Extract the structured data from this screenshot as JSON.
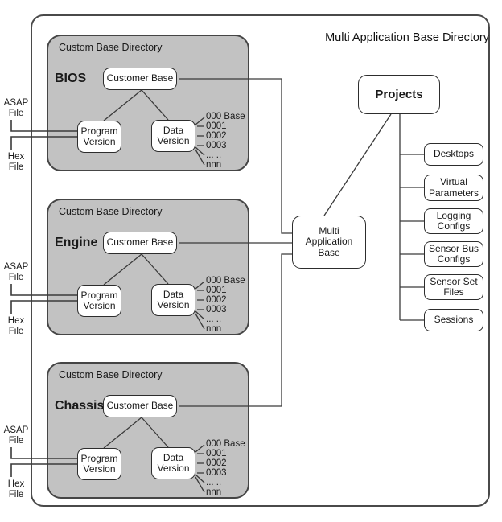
{
  "diagram": {
    "title": "Multi Application Base Directory",
    "asap_label": "ASAP File",
    "hex_label": "Hex File",
    "multi_application_base": "Multi Application Base",
    "projects": "Projects",
    "groups": [
      {
        "header": "Custom Base Directory",
        "name": "BIOS",
        "customer_base": "Customer Base",
        "program_version": "Program Version",
        "data_version": "Data Version",
        "data_versions": [
          "000 Base",
          "0001",
          "0002",
          "0003",
          "... ..",
          "nnn"
        ]
      },
      {
        "header": "Custom Base Directory",
        "name": "Engine",
        "customer_base": "Customer Base",
        "program_version": "Program Version",
        "data_version": "Data Version",
        "data_versions": [
          "000 Base",
          "0001",
          "0002",
          "0003",
          "... ..",
          "nnn"
        ]
      },
      {
        "header": "Custom Base Directory",
        "name": "Chassis",
        "customer_base": "Customer Base",
        "program_version": "Program Version",
        "data_version": "Data Version",
        "data_versions": [
          "000 Base",
          "0001",
          "0002",
          "0003",
          "... ..",
          "nnn"
        ]
      }
    ],
    "project_items": [
      "Desktops",
      "Virtual Parameters",
      "Logging Configs",
      "Sensor Bus Configs",
      "Sensor Set Files",
      "Sessions"
    ],
    "colors": {
      "group_fill": "#c2c2c2",
      "border": "#3a3a3a",
      "node_fill": "#ffffff",
      "background": "#ffffff"
    }
  }
}
